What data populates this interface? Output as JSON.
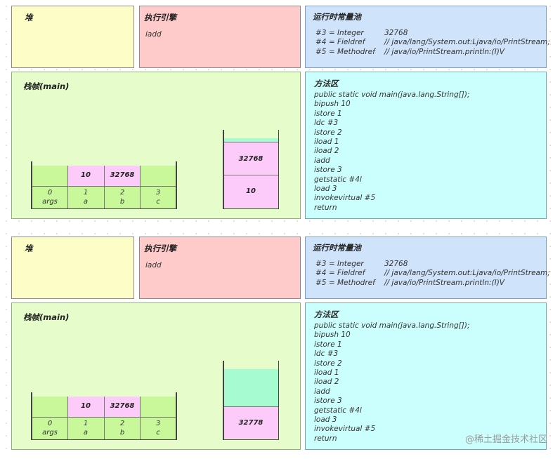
{
  "panels": [
    {
      "heap_title": "堆",
      "engine_title": "执行引擎",
      "engine_text": "iadd",
      "pool_title": "运行时常量池",
      "pool": [
        {
          "ref": "#3 = Integer",
          "value": "32768"
        },
        {
          "ref": "#4 = Fieldref",
          "value": "// java/lang/System.out:Ljava/io/PrintStream;"
        },
        {
          "ref": "#5 = Methodref",
          "value": "// java/io/PrintStream.println:(I)V"
        }
      ],
      "frame_title": "栈帧(main)",
      "locals": [
        {
          "value": "",
          "index": "0",
          "name": "args"
        },
        {
          "value": "10",
          "index": "1",
          "name": "a"
        },
        {
          "value": "32768",
          "index": "2",
          "name": "b"
        },
        {
          "value": "",
          "index": "3",
          "name": "c"
        }
      ],
      "stack_top": "32768",
      "stack_bottom": "10",
      "method_title": "方法区",
      "bytecode": [
        "public static void main(java.lang.String[]);",
        "bipush 10",
        "istore 1",
        "ldc #3",
        "istore 2",
        "iload 1",
        "iload 2",
        "iadd",
        "istore 3",
        "getstatic #4l",
        "load 3",
        "invokevirtual #5",
        "return"
      ]
    },
    {
      "heap_title": "堆",
      "engine_title": "执行引擎",
      "engine_text": "iadd",
      "pool_title": "运行时常量池",
      "pool": [
        {
          "ref": "#3 = Integer",
          "value": "32768"
        },
        {
          "ref": "#4 = Fieldref",
          "value": "// java/lang/System.out:Ljava/io/PrintStream;"
        },
        {
          "ref": "#5 = Methodref",
          "value": "// java/io/PrintStream.println:(I)V"
        }
      ],
      "frame_title": "栈帧(main)",
      "locals": [
        {
          "value": "",
          "index": "0",
          "name": "args"
        },
        {
          "value": "10",
          "index": "1",
          "name": "a"
        },
        {
          "value": "32768",
          "index": "2",
          "name": "b"
        },
        {
          "value": "",
          "index": "3",
          "name": "c"
        }
      ],
      "stack_result": "32778",
      "method_title": "方法区",
      "bytecode": [
        "public static void main(java.lang.String[]);",
        "bipush 10",
        "istore 1",
        "ldc #3",
        "istore 2",
        "iload 1",
        "iload 2",
        "iadd",
        "istore 3",
        "getstatic #4l",
        "load 3",
        "invokevirtual #5",
        "return"
      ]
    }
  ],
  "watermark": "@稀土掘金技术社区",
  "colors": {
    "heap": "#fdfdc8",
    "engine": "#ffcaca",
    "pool": "#cfe3fb",
    "frame": "#e6fcca",
    "method": "#cbfffd",
    "slot_pink": "#fccbf9",
    "slot_green": "#c8f89a",
    "stack_green": "#a6fbd0"
  }
}
